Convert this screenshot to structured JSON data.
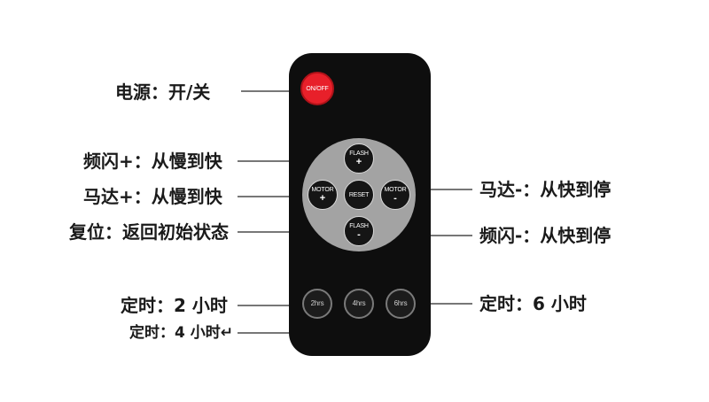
{
  "labels": {
    "power": "电源：开/关",
    "flash_plus": "频闪+：从慢到快",
    "motor_plus": "马达+：从慢到快",
    "reset": "复位：返回初始状态",
    "timer_2": "定时：2 小时",
    "timer_4": "定时：4 小时↵",
    "motor_minus": "马达-：从快到停",
    "flash_minus": "频闪-：从快到停",
    "timer_6": "定时：6 小时"
  },
  "buttons": {
    "power": "ON/OFF",
    "flash_up_name": "FLASH",
    "flash_up_sign": "+",
    "motor_left_name": "MOTOR",
    "motor_left_sign": "+",
    "reset": "RESET",
    "motor_right_name": "MOTOR",
    "motor_right_sign": "-",
    "flash_down_name": "FLASH",
    "flash_down_sign": "-",
    "timer_2": "2hrs",
    "timer_4": "4hrs",
    "timer_6": "6hrs"
  },
  "colors": {
    "remote_body": "#0e0e0e",
    "power_button": "#e8202a",
    "pad": "#a3a3a3",
    "leader_line": "#4a4a4a"
  }
}
